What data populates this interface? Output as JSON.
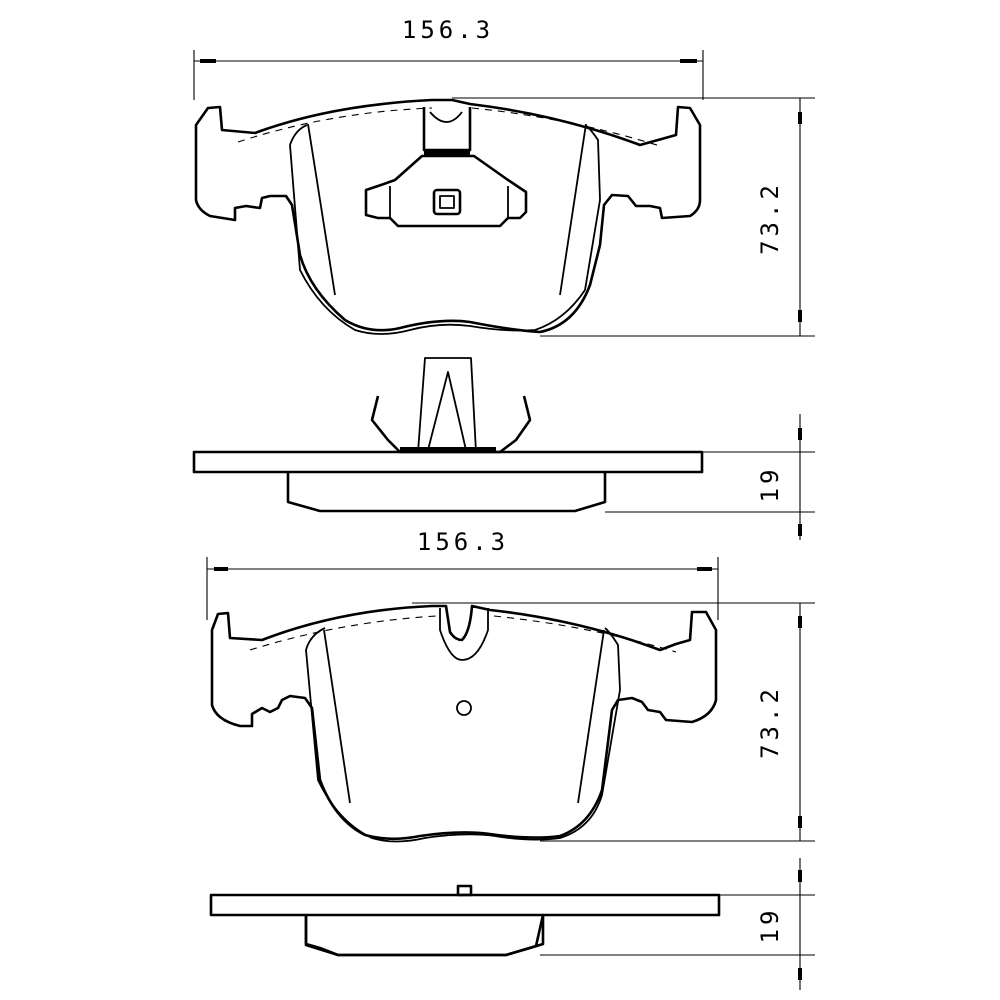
{
  "drawing": {
    "title": "Brake pad technical drawing",
    "views": [
      {
        "name": "top-pad-front-view",
        "width_label": "156.3",
        "height_label": "73.2",
        "feature": "wear-sensor-clip"
      },
      {
        "name": "top-pad-side-view",
        "thickness_label": "19",
        "feature": "spring-clip"
      },
      {
        "name": "bottom-pad-front-view",
        "width_label": "156.3",
        "height_label": "73.2",
        "feature": "center-notch-and-hole"
      },
      {
        "name": "bottom-pad-side-view",
        "thickness_label": "19",
        "feature": "locating-pin"
      }
    ]
  },
  "dimensions": {
    "top_width": "156.3",
    "top_height": "73.2",
    "top_thickness": "19",
    "bottom_width": "156.3",
    "bottom_height": "73.2",
    "bottom_thickness": "19"
  },
  "colors": {
    "line": "#000000",
    "background": "#ffffff"
  }
}
